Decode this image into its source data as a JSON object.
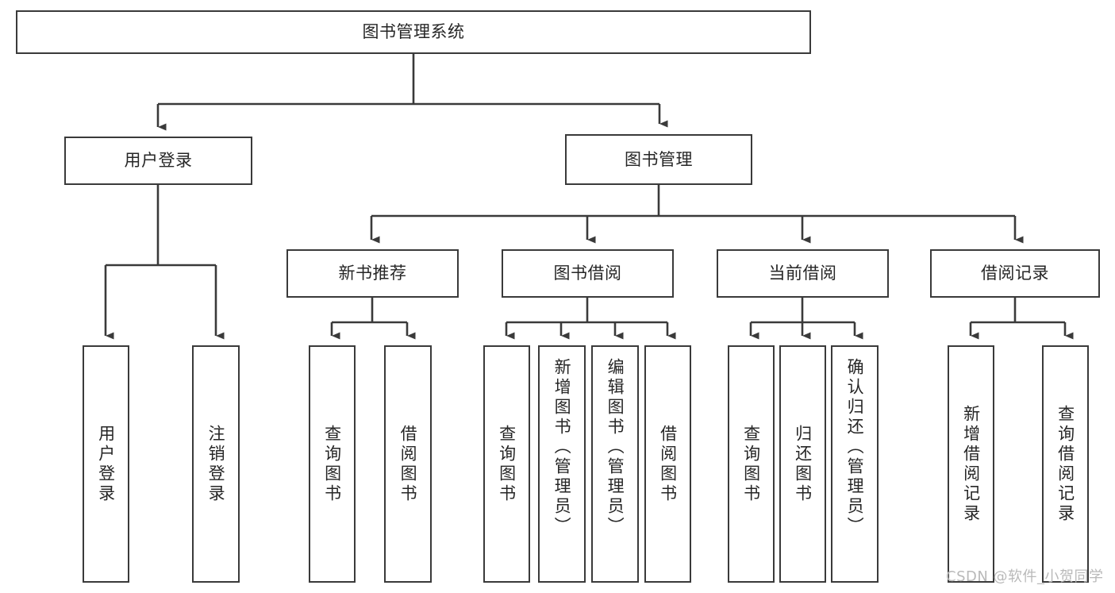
{
  "diagram": {
    "type": "tree-hierarchy",
    "title": "图书管理系统",
    "orientation": "top-down",
    "colors": {
      "box_border": "#3a3a3a",
      "box_fill": "#ffffff",
      "connector": "#3a3a3a",
      "text": "#262626",
      "watermark": "#b9b9b9",
      "background": "#ffffff"
    },
    "root": {
      "label": "图书管理系统"
    },
    "level2": [
      {
        "id": "user-login",
        "label": "用户登录"
      },
      {
        "id": "book-manage",
        "label": "图书管理"
      }
    ],
    "level3": [
      {
        "id": "new-book-rec",
        "label": "新书推荐",
        "parent": "book-manage"
      },
      {
        "id": "book-borrow",
        "label": "图书借阅",
        "parent": "book-manage"
      },
      {
        "id": "current-borrow",
        "label": "当前借阅",
        "parent": "book-manage"
      },
      {
        "id": "borrow-record",
        "label": "借阅记录",
        "parent": "book-manage"
      }
    ],
    "leaves": [
      {
        "id": "leaf-user-login",
        "label": "用户登录",
        "parent": "user-login"
      },
      {
        "id": "leaf-logout",
        "label": "注销登录",
        "parent": "user-login"
      },
      {
        "id": "leaf-query-book-1",
        "label": "查询图书",
        "parent": "new-book-rec"
      },
      {
        "id": "leaf-borrow-book-1",
        "label": "借阅图书",
        "parent": "new-book-rec"
      },
      {
        "id": "leaf-query-book-2",
        "label": "查询图书",
        "parent": "book-borrow"
      },
      {
        "id": "leaf-add-book",
        "label": "新增图书（管理员）",
        "parent": "book-borrow"
      },
      {
        "id": "leaf-edit-book",
        "label": "编辑图书（管理员）",
        "parent": "book-borrow"
      },
      {
        "id": "leaf-borrow-book-2",
        "label": "借阅图书",
        "parent": "book-borrow"
      },
      {
        "id": "leaf-query-book-3",
        "label": "查询图书",
        "parent": "current-borrow"
      },
      {
        "id": "leaf-return-book",
        "label": "归还图书",
        "parent": "current-borrow"
      },
      {
        "id": "leaf-confirm-return",
        "label": "确认归还（管理员）",
        "parent": "current-borrow"
      },
      {
        "id": "leaf-add-record",
        "label": "新增借阅记录",
        "parent": "borrow-record"
      },
      {
        "id": "leaf-query-record",
        "label": "查询借阅记录",
        "parent": "borrow-record"
      }
    ]
  },
  "watermark": {
    "text": "CSDN @软件_小贺同学"
  }
}
